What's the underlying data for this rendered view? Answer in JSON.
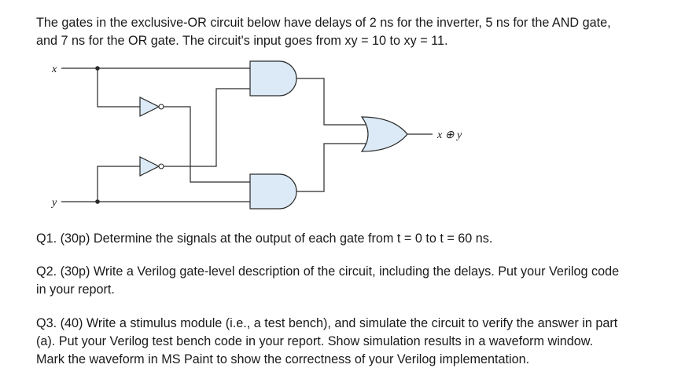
{
  "intro": {
    "line1": "The gates in the exclusive-OR circuit below have delays of 2 ns for the inverter, 5 ns for the AND gate,",
    "line2": "and 7 ns for the OR gate. The circuit's input goes from xy = 10 to xy = 11."
  },
  "circuit": {
    "input_x_label": "x",
    "input_y_label": "y",
    "output_label": "x ⊕ y",
    "gate_fill": "#dbeaf6"
  },
  "questions": {
    "q1": "Q1. (30p) Determine the signals at the output of each gate from t = 0 to t = 60 ns.",
    "q2_line1": "Q2. (30p) Write a Verilog gate-level description of the circuit, including the delays. Put your Verilog code",
    "q2_line2": "in your report.",
    "q3_line1": "Q3. (40) Write a stimulus module (i.e., a test bench), and simulate the circuit to verify the answer in part",
    "q3_line2": "(a). Put your Verilog test bench code in your report. Show simulation results in a waveform window.",
    "q3_line3": "Mark the waveform in MS Paint to show the correctness of your Verilog implementation."
  }
}
